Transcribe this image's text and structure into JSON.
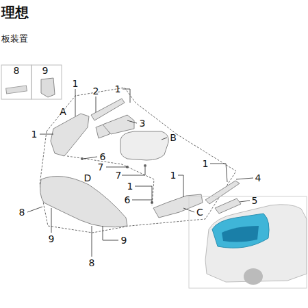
{
  "diagram": {
    "title": "理想",
    "labels": [
      "板装置",
      "8",
      "9",
      "1",
      "2",
      "1",
      "A",
      "3",
      "1",
      "B",
      "6",
      "7",
      "7",
      "D",
      "1",
      "1",
      "1",
      "4",
      "6",
      "5",
      "8",
      "C",
      "9",
      "9",
      "8"
    ]
  }
}
